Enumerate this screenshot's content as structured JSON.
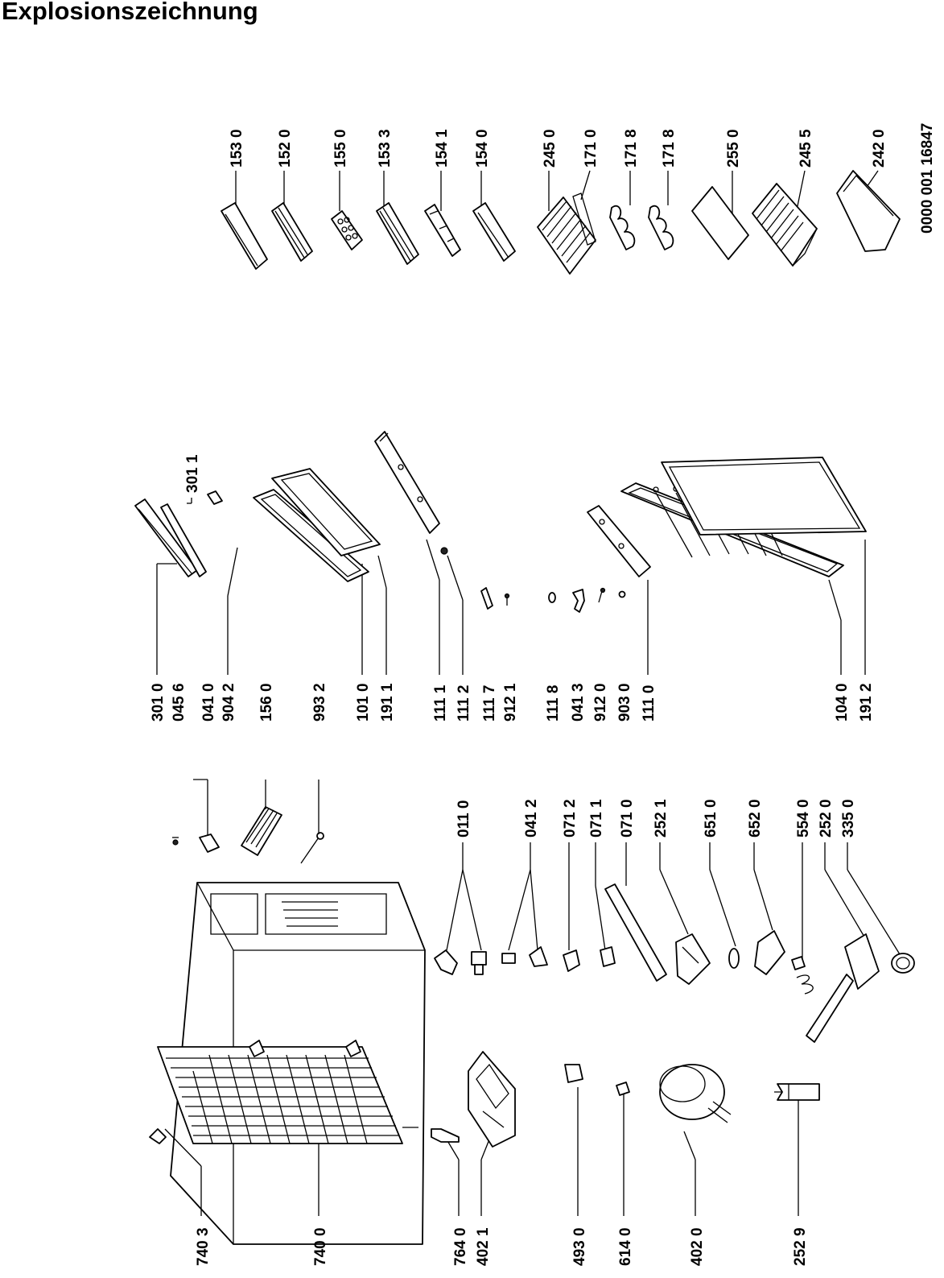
{
  "title": "Explosionszeichnung",
  "drawing_number": "0000 001 16847",
  "labels": {
    "l153_0": "153 0",
    "l152_0": "152 0",
    "l155_0": "155 0",
    "l153_3": "153 3",
    "l154_1": "154 1",
    "l154_0": "154 0",
    "l245_0": "245 0",
    "l171_0": "171 0",
    "l171_8a": "171 8",
    "l171_8b": "171 8",
    "l255_0": "255 0",
    "l245_5": "245 5",
    "l242_0": "242 0",
    "l301_1": "301 1",
    "l301_0": "301 0",
    "l045_6": "045 6",
    "l041_0": "041 0",
    "l904_2": "904 2",
    "l156_0": "156 0",
    "l993_2": "993 2",
    "l101_0": "101 0",
    "l191_1": "191 1",
    "l111_1": "111 1",
    "l111_2": "111 2",
    "l111_7": "111 7",
    "l912_1": "912 1",
    "l111_8": "111 8",
    "l041_3": "041 3",
    "l912_0": "912 0",
    "l903_0": "903 0",
    "l111_0": "111 0",
    "l104_0": "104 0",
    "l191_2": "191 2",
    "l011_0": "011 0",
    "l041_2": "041 2",
    "l071_2": "071 2",
    "l071_1": "071 1",
    "l071_0": "071 0",
    "l252_1": "252 1",
    "l651_0": "651 0",
    "l652_0": "652 0",
    "l554_0": "554 0",
    "l252_0": "252 0",
    "l335_0": "335 0",
    "l740_3": "740 3",
    "l740_0": "740 0",
    "l764_0": "764 0",
    "l402_1": "402 1",
    "l493_0": "493 0",
    "l614_0": "614 0",
    "l402_0": "402 0",
    "l252_9": "252 9"
  }
}
